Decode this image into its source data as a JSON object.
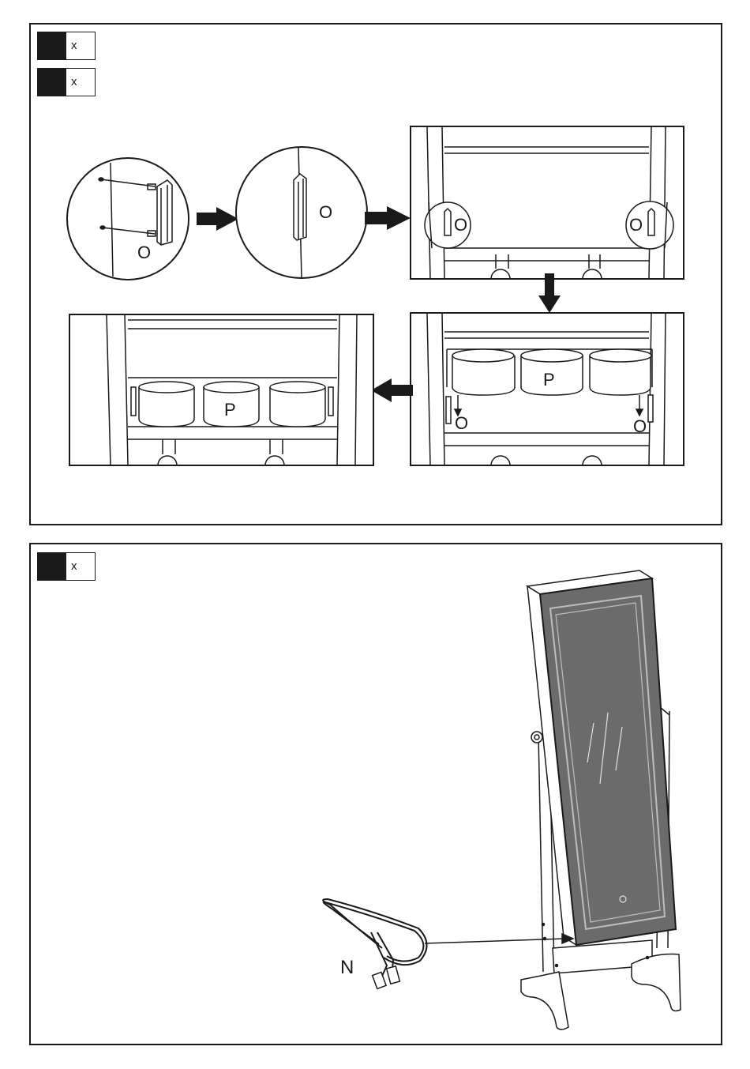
{
  "step1": {
    "parts": [
      {
        "qty": "x"
      },
      {
        "qty": "x"
      }
    ],
    "labels": {
      "bracket": "O",
      "basket": "P"
    }
  },
  "step2": {
    "parts": [
      {
        "qty": "x"
      }
    ],
    "labels": {
      "cable": "N"
    }
  },
  "colors": {
    "ink": "#1a1a1a",
    "mirror": "#6b6b6b",
    "mirror_edge": "#bdbdbd"
  }
}
